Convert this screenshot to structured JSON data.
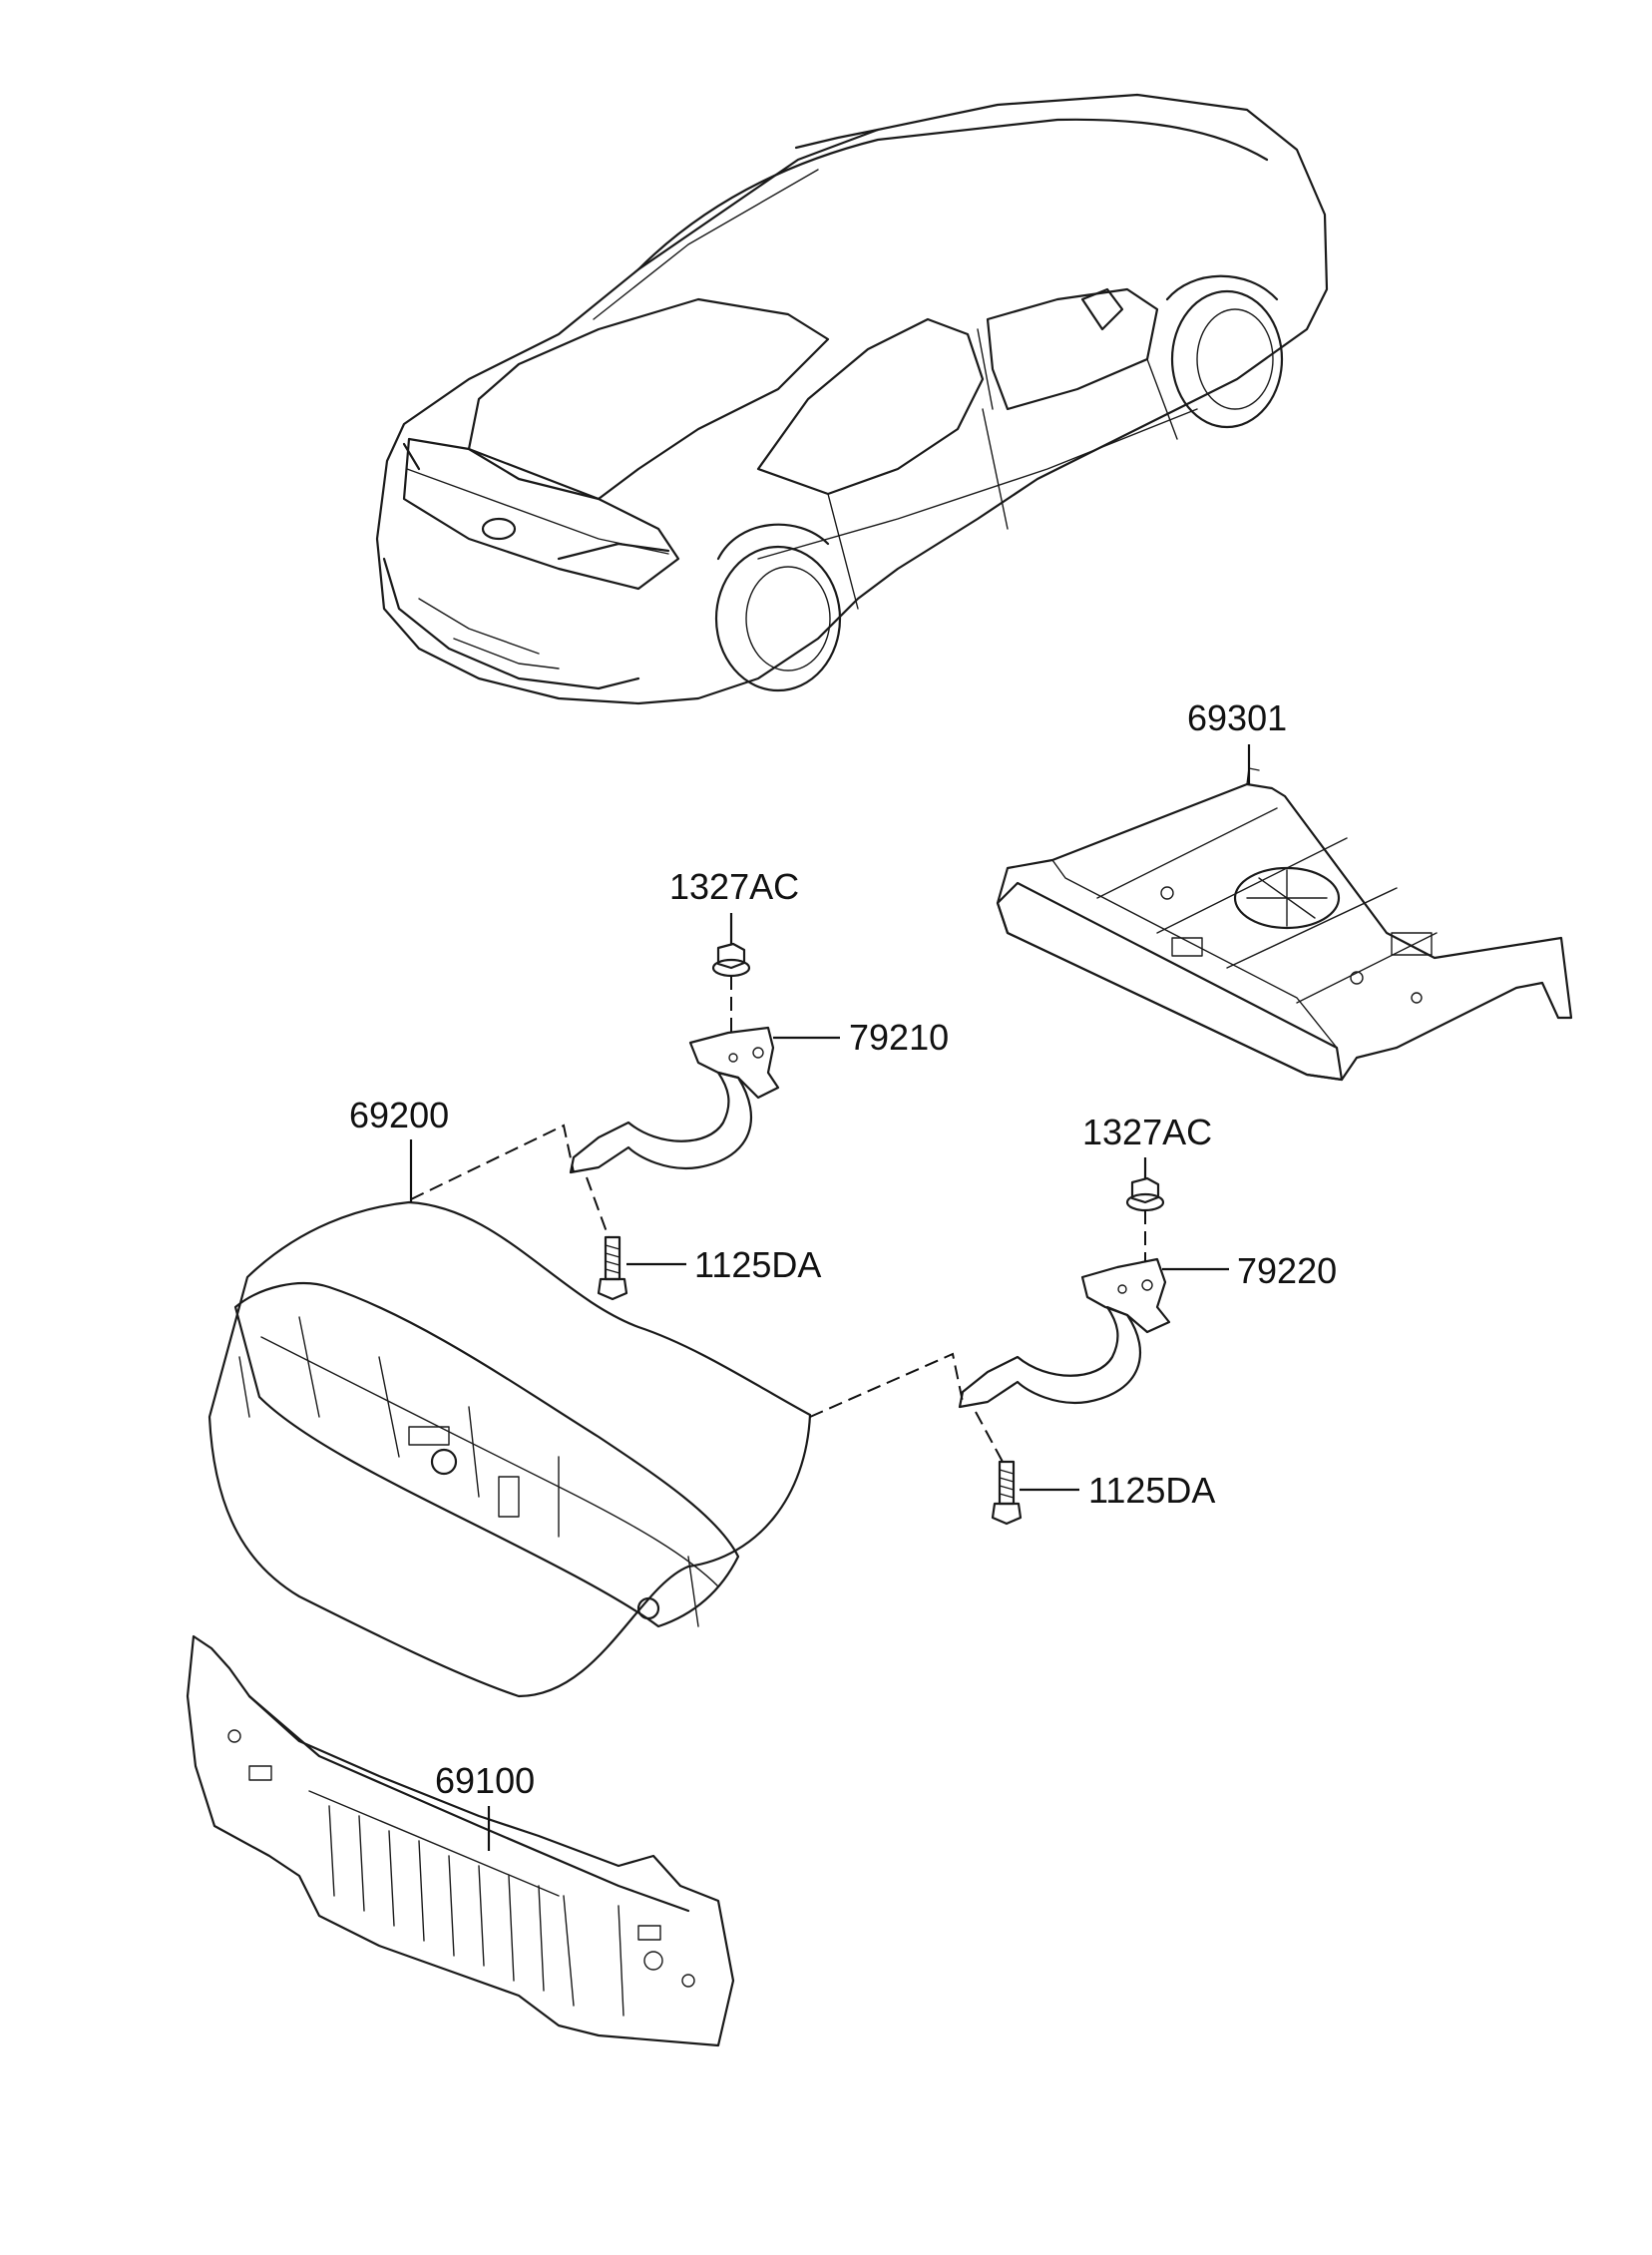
{
  "figure": {
    "callouts": [
      {
        "id": "69301",
        "text": "69301"
      },
      {
        "id": "1327AC_left",
        "text": "1327AC"
      },
      {
        "id": "79210",
        "text": "79210"
      },
      {
        "id": "69200",
        "text": "69200"
      },
      {
        "id": "1125DA_left",
        "text": "1125DA"
      },
      {
        "id": "1327AC_right",
        "text": "1327AC"
      },
      {
        "id": "79220",
        "text": "79220"
      },
      {
        "id": "1125DA_right",
        "text": "1125DA"
      },
      {
        "id": "69100",
        "text": "69100"
      }
    ]
  },
  "colors": {
    "line": "#1a1a1a",
    "part_light": "#e4e4e4",
    "part_mid": "#c8c8c8",
    "part_dark": "#a9a9a9",
    "background": "#ffffff"
  }
}
